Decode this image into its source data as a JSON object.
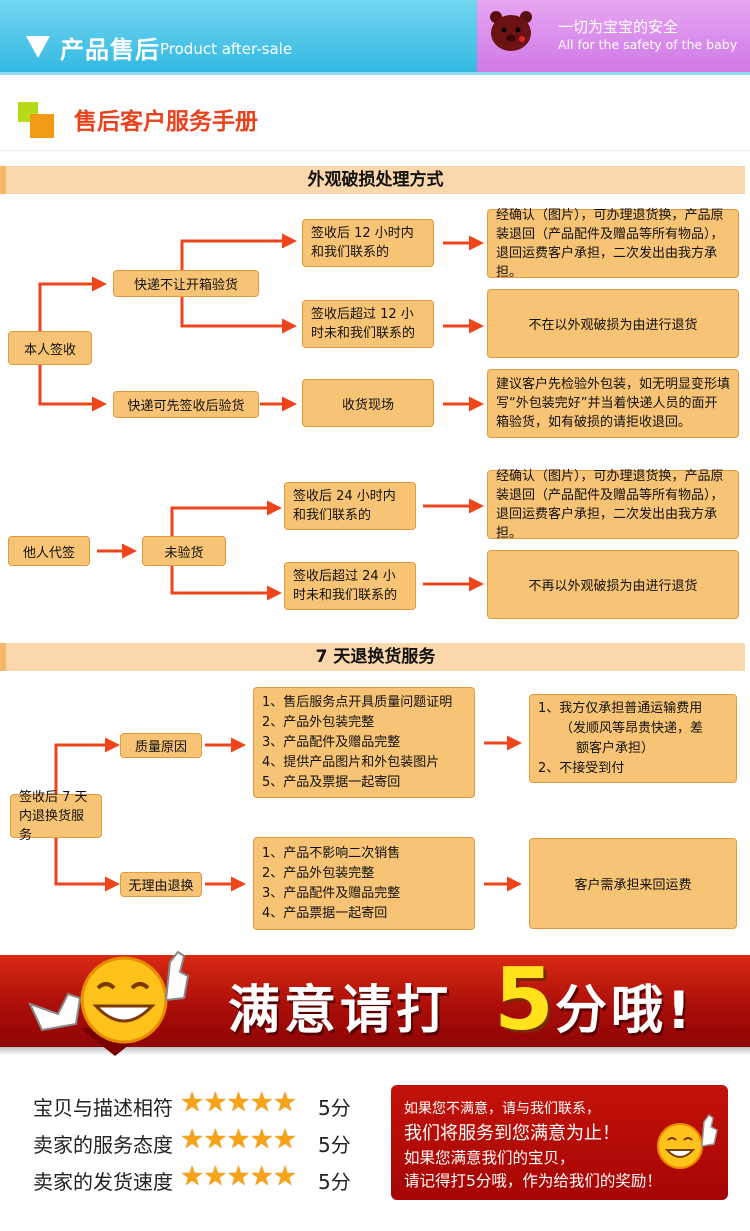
{
  "header": {
    "title_cn": "产品售后",
    "title_en": "Product after-sale",
    "slogan_cn": "一切为宝宝的安全",
    "slogan_en": "All for the safety of the baby",
    "left_color": "#34b9e2",
    "right_color": "#cf79e6"
  },
  "manual_title": "售后客户服务手册",
  "section1": {
    "title": "外观破损处理方式",
    "self_sign": "本人签收",
    "no_open": "快递不让开箱验货",
    "sign_first": "快递可先签收后验货",
    "within12": "签收后 12 小时内和我们联系的",
    "over12": "签收后超过 12 小时未和我们联系的",
    "on_site": "收货现场",
    "result_confirm_a": "经确认（图片），可办理退货换，产品原装退回（产品配件及赠品等所有物品），退回运费客户承担，二次发出由我方承担。",
    "result_reject_a": "不在以外观破损为由进行退货",
    "result_suggest": "建议客户先检验外包装，如无明显变形填写“外包装完好”并当着快递人员的面开箱验货，如有破损的请拒收退回。",
    "other_sign": "他人代签",
    "not_checked": "未验货",
    "within24": "签收后 24 小时内和我们联系的",
    "over24": "签收后超过 24 小时未和我们联系的",
    "result_confirm_b": "经确认（图片），可办理退货换，产品原装退回（产品配件及赠品等所有物品），退回运费客户承担，二次发出由我方承担。",
    "result_reject_b": "不再以外观破损为由进行退货"
  },
  "section2": {
    "title": "7 天退换货服务",
    "start": "签收后 7 天内退换货服务",
    "quality": "质量原因",
    "no_reason": "无理由退换",
    "quality_items": [
      "1、售后服务点开具质量问题证明",
      "2、产品外包装完整",
      "3、产品配件及赠品完整",
      "4、提供产品图片和外包装图片",
      "5、产品及票据一起寄回"
    ],
    "quality_result": [
      "1、我方仅承担普通运输费用",
      "（发顺风等昂贵快递，差",
      "额客户承担）",
      "2、不接受到付"
    ],
    "noreason_items": [
      "1、产品不影响二次销售",
      "2、产品外包装完整",
      "3、产品配件及赠品完整",
      "4、产品票据一起寄回"
    ],
    "noreason_result": "客户需承担来回运费"
  },
  "banner": {
    "text_a": "满意请打",
    "five": "5",
    "text_b": "分哦!",
    "bg_color": "#c41a0e",
    "five_color": "#ffe21a"
  },
  "ratings": [
    {
      "label": "宝贝与描述相符",
      "stars": 5,
      "score": "5分"
    },
    {
      "label": "卖家的服务态度",
      "stars": 5,
      "score": "5分"
    },
    {
      "label": "卖家的发货速度",
      "stars": 5,
      "score": "5分"
    }
  ],
  "message": {
    "line1": "如果您不满意，请与我们联系，",
    "line2": "我们将服务到您满意为止！",
    "line3": "如果您满意我们的宝贝，",
    "line4": "请记得打5分哦，作为给我们的奖励！"
  },
  "icons": {
    "bear": "bear-logo-icon",
    "smiley": "thumbs-up-smiley-icon",
    "star": "star-icon"
  },
  "colors": {
    "box_fill": "#f7c375",
    "arrow": "#f0451b",
    "title_orange": "#e8431c",
    "star": "#f7a317"
  }
}
